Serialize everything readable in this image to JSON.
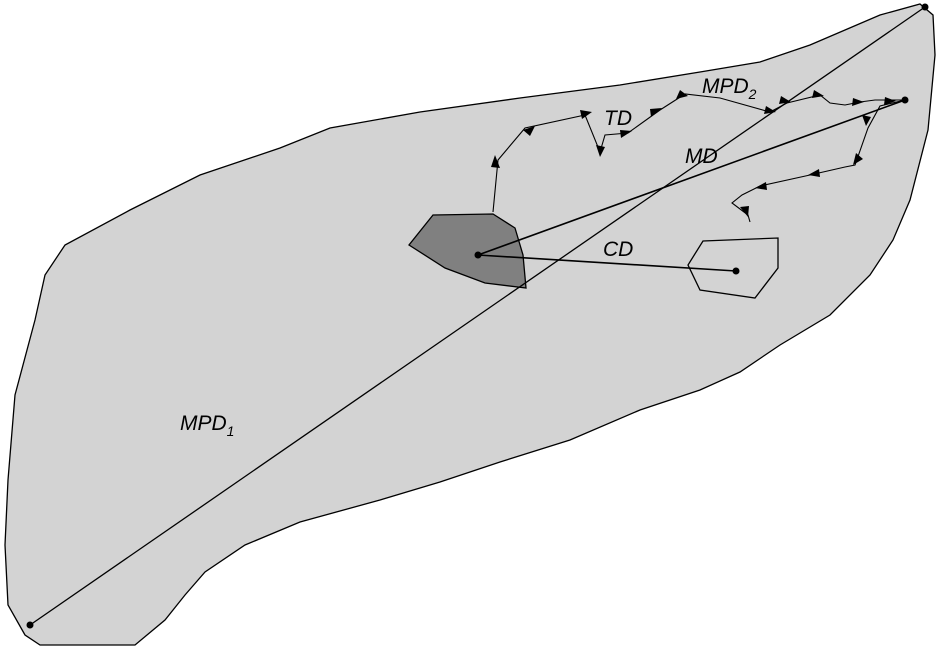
{
  "labels": {
    "mpd1": {
      "base": "MPD",
      "sub": "1"
    },
    "mpd2": {
      "base": "MPD",
      "sub": "2"
    },
    "td": "TD",
    "md": "MD",
    "cd": "CD"
  },
  "colors": {
    "outer_region": "#d3d3d3",
    "core_region": "#808080",
    "small_region": "#d3d3d3",
    "stroke": "#000000",
    "background": "#ffffff"
  }
}
